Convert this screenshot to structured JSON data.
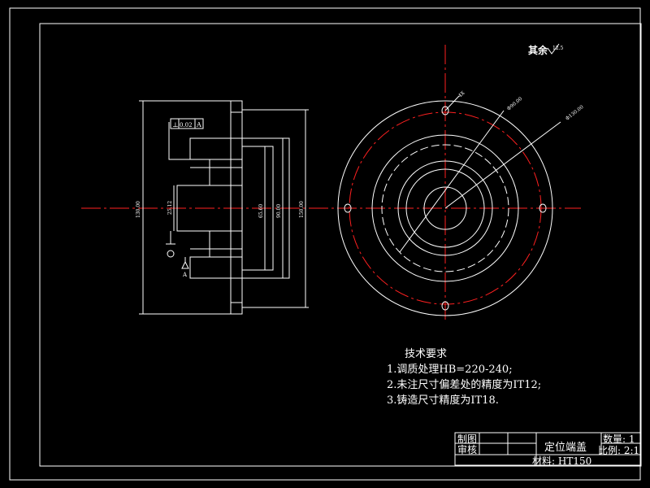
{
  "surface_finish": {
    "label": "其余",
    "value": "12.5"
  },
  "side_view": {
    "dim_overall_diameter": "130.00",
    "dim_bore": "25.12",
    "dim_recess_inner": "65.60",
    "dim_recess_outer": "90.00",
    "dim_flange": "150.00",
    "tolerance_frame": [
      "⊥",
      "0.02",
      "A"
    ],
    "datum": "A"
  },
  "front_view": {
    "dim_hole": "4X",
    "dim_r1": "Φ90.00",
    "dim_r2": "Φ130.00"
  },
  "technical_requirements": {
    "title": "技术要求",
    "items": [
      "1.调质处理HB=220-240;",
      "2.未注尺寸偏差处的精度为IT12;",
      "3.铸造尺寸精度为IT18."
    ]
  },
  "title_block": {
    "drawn_by": "制图",
    "checked_by": "审核",
    "part_name": "定位端盖",
    "quantity": "数量: 1",
    "scale": "比例: 2:1",
    "material": "材料: HT150"
  },
  "colors": {
    "line": "#ffffff",
    "center": "#ff2020",
    "background": "#000000"
  }
}
